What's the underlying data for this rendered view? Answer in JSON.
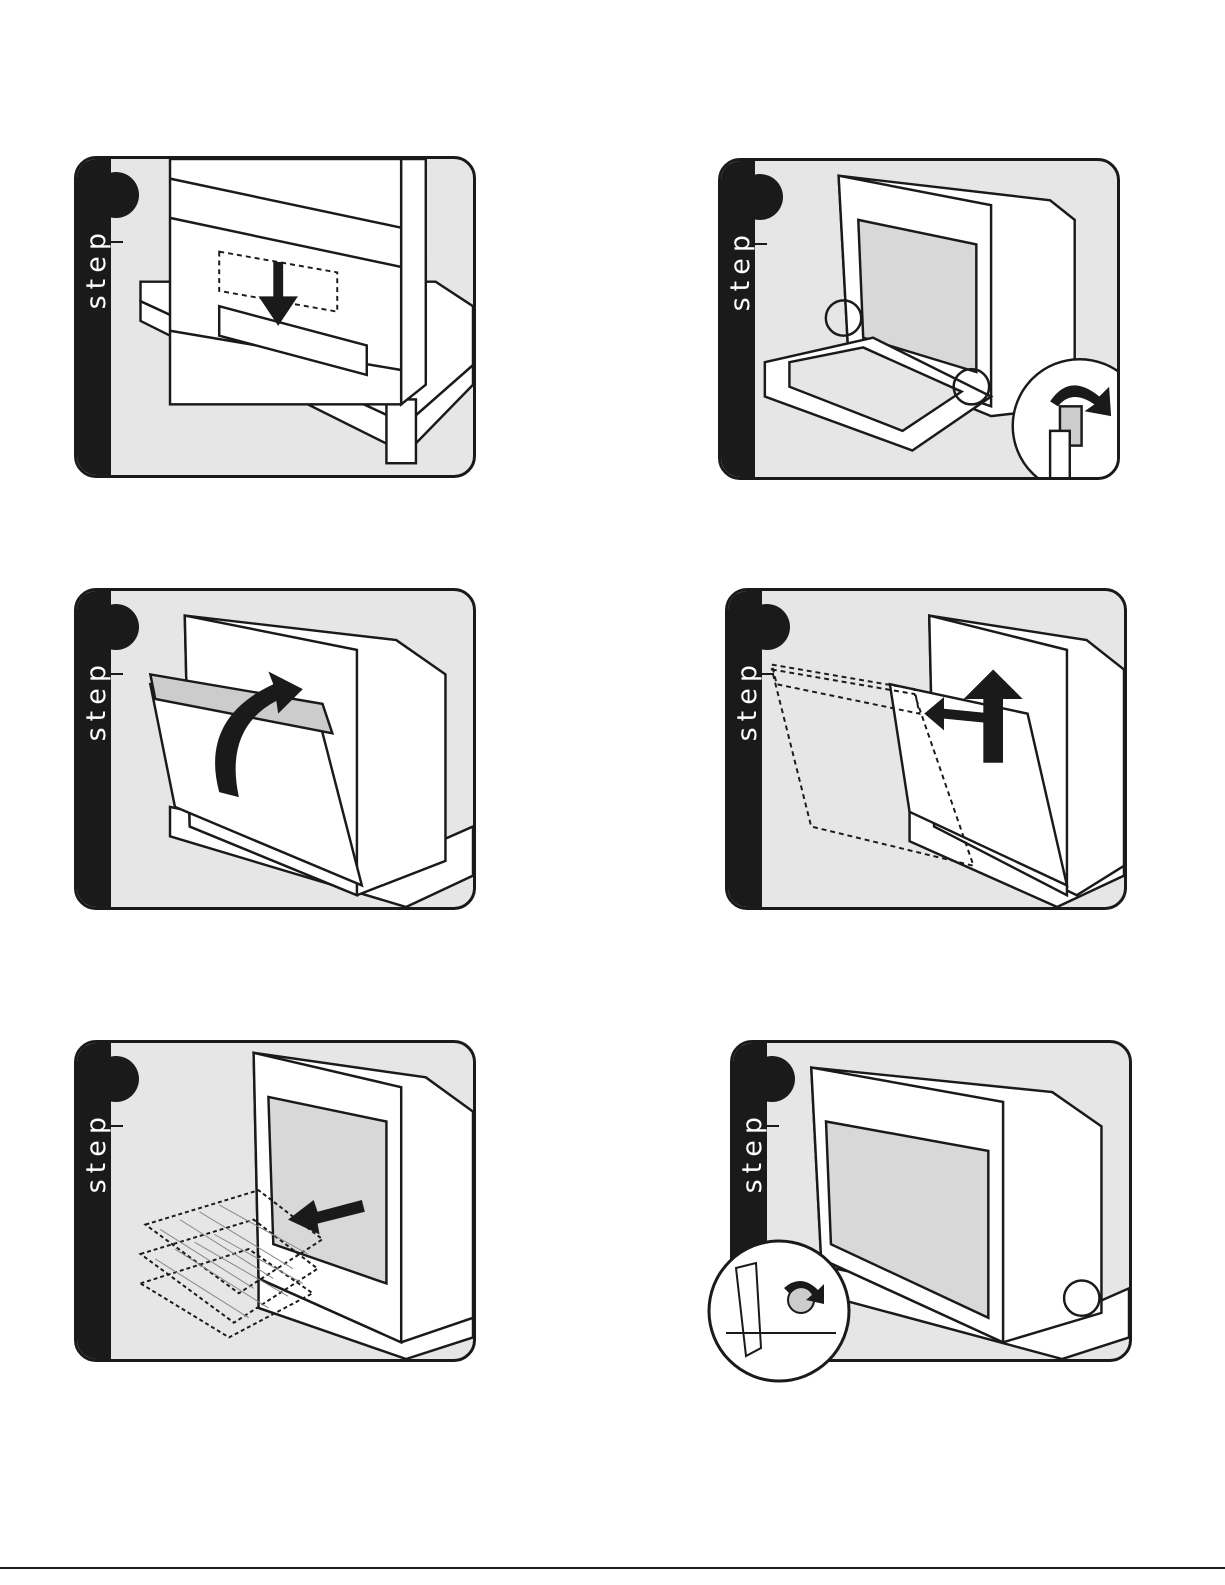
{
  "panels": [
    {
      "label": "step",
      "illustration": "remove-front-support-icon"
    },
    {
      "label": "step",
      "illustration": "unlock-door-hinge-icon"
    },
    {
      "label": "step",
      "illustration": "close-door-icon"
    },
    {
      "label": "step",
      "illustration": "lift-off-door-icon"
    },
    {
      "label": "step",
      "illustration": "remove-racks-icon"
    },
    {
      "label": "step",
      "illustration": "remove-mounting-screw-icon"
    }
  ],
  "colors": {
    "ink": "#1a1a1a",
    "panel": "#e6e6e6",
    "highlight": "#ffffff"
  }
}
